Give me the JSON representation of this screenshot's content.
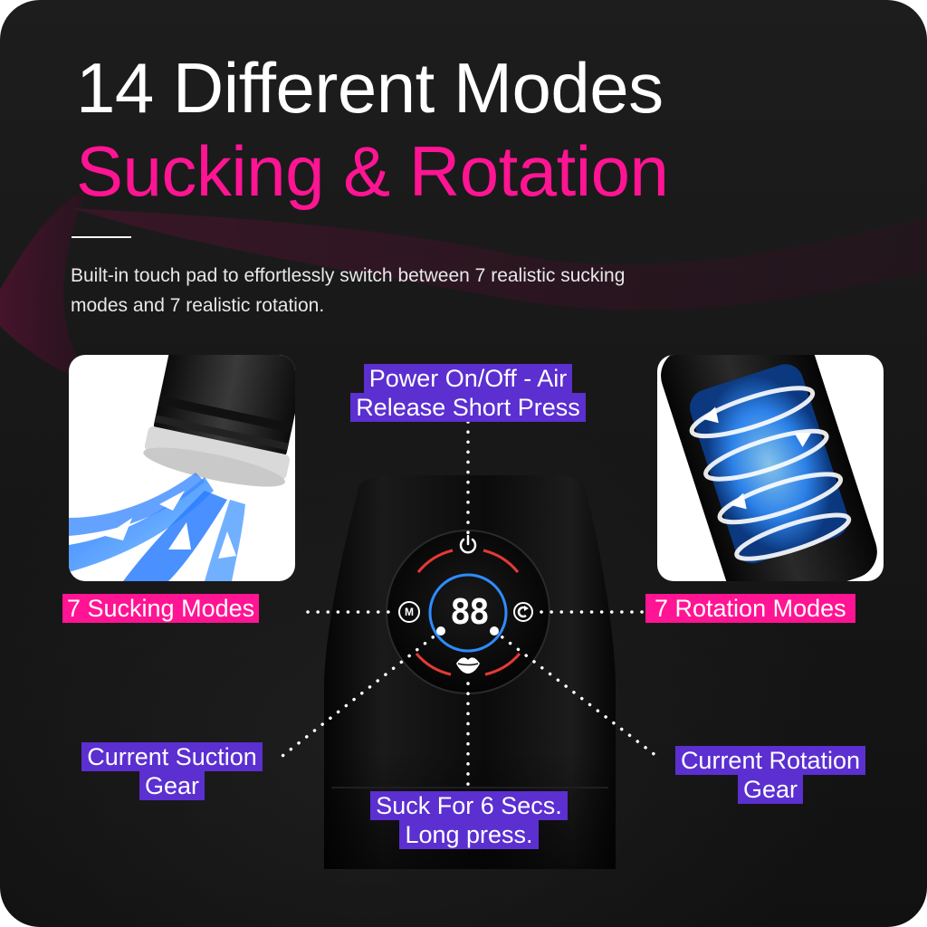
{
  "title": {
    "line1": "14 Different Modes",
    "line2": "Sucking & Rotation"
  },
  "description": "Built-in touch pad to effortlessly switch between 7 realistic sucking modes and 7 realistic rotation.",
  "labels": {
    "power": [
      "Power On/Off - Air",
      "Release Short Press"
    ],
    "sucking_modes": "7 Sucking Modes",
    "rotation_modes": "7 Rotation Modes",
    "suction_gear": [
      "Current Suction",
      "Gear"
    ],
    "suck_long_press": [
      "Suck For 6 Secs.",
      "Long press."
    ],
    "rotation_gear": [
      "Current Rotation",
      "Gear"
    ]
  },
  "display": {
    "digits": "88",
    "mode_button_letter": "M"
  },
  "colors": {
    "background": "#161616",
    "title_primary": "#ffffff",
    "title_accent": "#ff1493",
    "label_pink": "#ff1493",
    "label_purple": "#5b2fd0",
    "ring_red": "#e53935",
    "ring_blue": "#2e8cff"
  },
  "icons": [
    "power-icon",
    "mode-icon",
    "rotation-icon",
    "lips-icon",
    "suction-arrows-icon",
    "rotation-arrows-icon"
  ]
}
